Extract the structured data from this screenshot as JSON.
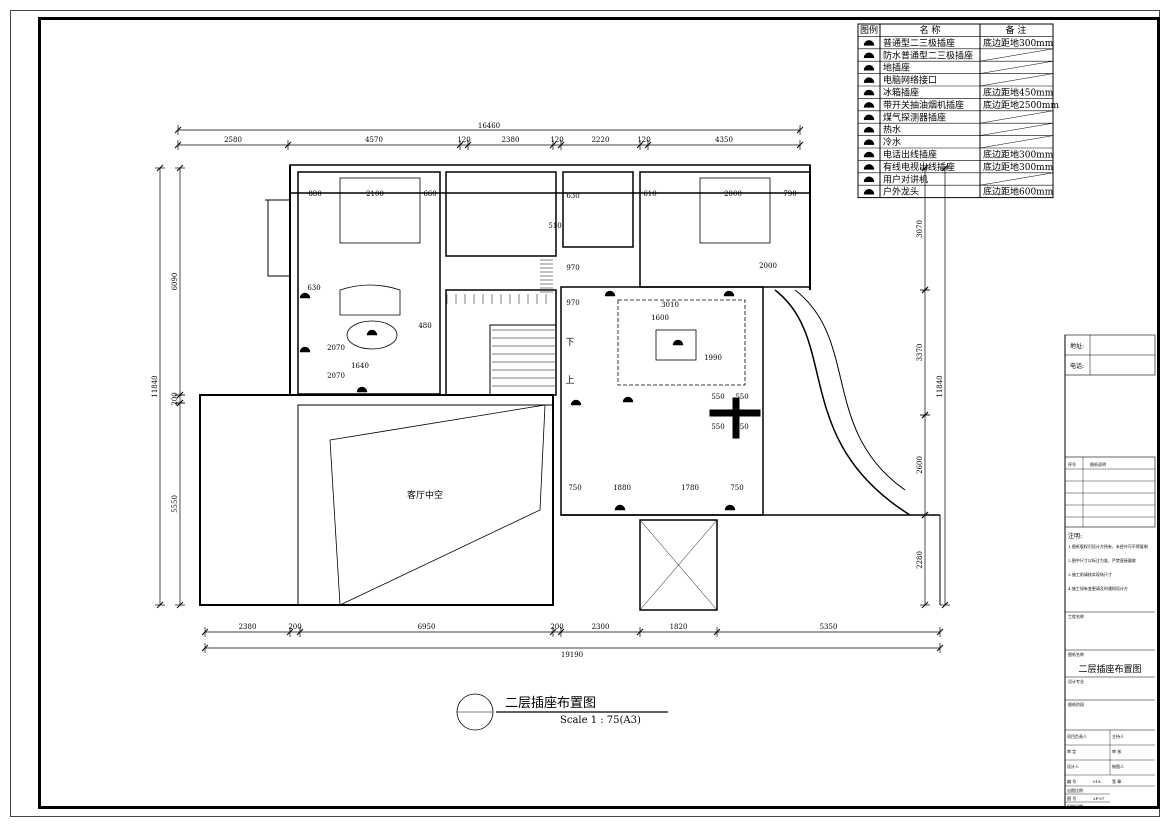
{
  "legend": {
    "headers": {
      "symbol": "图例",
      "name": "名  称",
      "note": "备  注"
    },
    "items": [
      {
        "icon": "outlet-icon",
        "name": "普通型二三极插座",
        "note": "底边距地300mm"
      },
      {
        "icon": "waterproof-outlet-icon",
        "name": "防水普通型二三极插座",
        "note": ""
      },
      {
        "icon": "floor-outlet-icon",
        "name": "地插座",
        "note": ""
      },
      {
        "icon": "network-port-icon",
        "name": "电脑网络接口",
        "note": ""
      },
      {
        "icon": "fridge-outlet-icon",
        "name": "冰箱插座",
        "note": "底边距地450mm"
      },
      {
        "icon": "hood-outlet-icon",
        "name": "带开关抽油烟机插座",
        "note": "底边距地2500mm"
      },
      {
        "icon": "gas-detector-outlet-icon",
        "name": "煤气探测器插座",
        "note": ""
      },
      {
        "icon": "hot-water-icon",
        "name": "热水",
        "note": ""
      },
      {
        "icon": "cold-water-icon",
        "name": "冷水",
        "note": ""
      },
      {
        "icon": "phone-outlet-icon",
        "name": "电话出线插座",
        "note": "底边距地300mm"
      },
      {
        "icon": "tv-outlet-icon",
        "name": "有线电视出线插座",
        "note": "底边距地300mm"
      },
      {
        "icon": "intercom-icon",
        "name": "用户对讲机",
        "note": ""
      },
      {
        "icon": "outdoor-tap-icon",
        "name": "户外龙头",
        "note": "底边距地600mm"
      }
    ]
  },
  "dims": {
    "top_total": "16460",
    "top": [
      "2580",
      "4570",
      "120",
      "2380",
      "120",
      "2220",
      "120",
      "4350"
    ],
    "bottom_total": "19190",
    "bottom": [
      "2380",
      "200",
      "6950",
      "200",
      "2300",
      "1820",
      "5350"
    ],
    "left": [
      "6090",
      "11840",
      "200",
      "5550"
    ],
    "right": [
      "3070",
      "3370",
      "11840",
      "2600",
      "2280"
    ],
    "interior": [
      "880",
      "2100",
      "660",
      "630",
      "480",
      "2070",
      "1640",
      "2070",
      "610",
      "2000",
      "790",
      "630",
      "510",
      "970",
      "970",
      "2000",
      "3010",
      "1600",
      "1990",
      "550",
      "550",
      "550",
      "550",
      "750",
      "1880",
      "1780",
      "750"
    ]
  },
  "plan": {
    "void_label": "客厅中空",
    "stair_down": "下",
    "stair_up": "上"
  },
  "drawing": {
    "title": "二层插座布置图",
    "scale": "Scale 1 : 75(A3)"
  },
  "title_block": {
    "address": "地址:",
    "phone": "电话:",
    "seq": "序号",
    "drawing_desc": "图纸说明",
    "notes_title": "注明:",
    "notes": [
      "1.图纸版权归设计方所有，未经许可不得复制",
      "2.图中尺寸以标注为准，严禁直接量取",
      "3.施工前请核实现场尺寸",
      "4.施工如有变更请及时通知设计方"
    ],
    "project_name": "工程名称",
    "drawing_name_label": "图纸名称",
    "drawing_name": "二层插座布置图",
    "design_major": "设计专业",
    "drawing_stage": "图纸阶段",
    "rows": [
      [
        "项目负责人",
        "",
        "主持人",
        ""
      ],
      [
        "审  定",
        "",
        "审  核",
        ""
      ],
      [
        "设计人",
        "",
        "制图人",
        ""
      ]
    ],
    "sheet_no_label": "编  号",
    "sheet_no": "018",
    "sign_label": "签  章",
    "scale_label": "出图比例",
    "fig_no_label": "图  号",
    "fig_no": "2P-07",
    "date_label": "归档日期"
  }
}
